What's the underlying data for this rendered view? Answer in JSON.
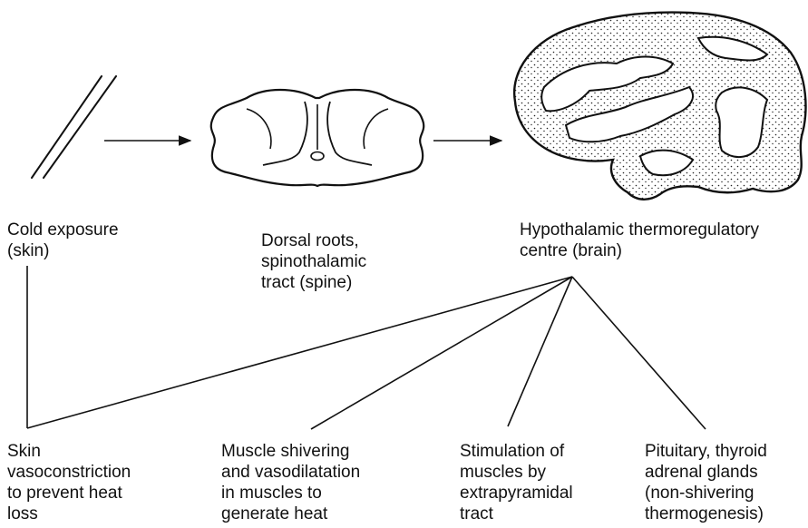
{
  "labels": {
    "cold_exposure": [
      "Cold exposure",
      "(skin)"
    ],
    "dorsal_roots": [
      "Dorsal roots,",
      "spinothalamic",
      "tract (spine)"
    ],
    "hypothalamic": [
      "Hypothalamic thermoregulatory",
      "centre (brain)"
    ]
  },
  "responses": [
    {
      "lines": [
        "Skin",
        "vasoconstriction",
        "to prevent heat",
        "loss"
      ]
    },
    {
      "lines": [
        "Muscle shivering",
        "and vasodilatation",
        "in muscles to",
        "generate heat"
      ]
    },
    {
      "lines": [
        "Stimulation of",
        "muscles by",
        "extrapyramidal",
        "tract"
      ]
    },
    {
      "lines": [
        "Pituitary, thyroid",
        "adrenal glands",
        "(non-shivering",
        "thermogenesis)"
      ]
    }
  ]
}
